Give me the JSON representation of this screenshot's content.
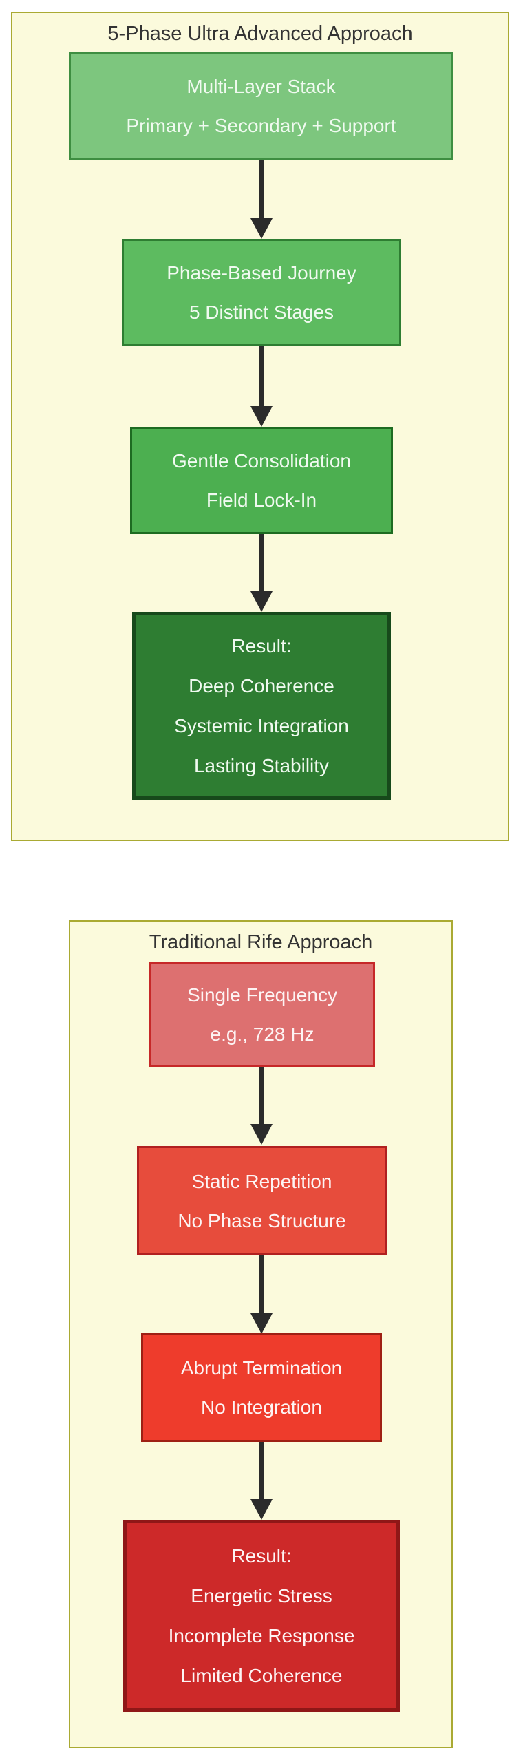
{
  "diagram": {
    "arrow_color": "#2b2b2b",
    "clusters": [
      {
        "title": "5-Phase Ultra Advanced Approach",
        "title_color": "#333333",
        "background": "#fbfadc",
        "border_color": "#aaaa33",
        "nodes": [
          {
            "fill": "#7dc67e",
            "border": "#3e8e41",
            "text_color": "#f0faf0",
            "lines": [
              "Multi-Layer Stack",
              "Primary + Secondary + Support"
            ]
          },
          {
            "fill": "#5dbb60",
            "border": "#2e7d32",
            "text_color": "#f0faf0",
            "lines": [
              "Phase-Based Journey",
              "5 Distinct Stages"
            ]
          },
          {
            "fill": "#4caf50",
            "border": "#1d6b21",
            "text_color": "#f0faf0",
            "lines": [
              "Gentle Consolidation",
              "Field Lock-In"
            ]
          },
          {
            "fill": "#2e7d32",
            "border": "#17491b",
            "text_color": "#f0faf0",
            "lines": [
              "Result:",
              "Deep Coherence",
              "Systemic Integration",
              "Lasting Stability"
            ]
          }
        ]
      },
      {
        "title": "Traditional Rife Approach",
        "title_color": "#333333",
        "background": "#fbfadc",
        "border_color": "#aaaa33",
        "nodes": [
          {
            "fill": "#dd7070",
            "border": "#c62828",
            "text_color": "#fdf4f4",
            "lines": [
              "Single Frequency",
              "e.g., 728 Hz"
            ]
          },
          {
            "fill": "#e74c3c",
            "border": "#b02020",
            "text_color": "#fdf4f4",
            "lines": [
              "Static Repetition",
              "No Phase Structure"
            ]
          },
          {
            "fill": "#ee3c2c",
            "border": "#9e1f14",
            "text_color": "#fdf4f4",
            "lines": [
              "Abrupt Termination",
              "No Integration"
            ]
          },
          {
            "fill": "#cd2929",
            "border": "#8f1717",
            "text_color": "#fdf4f4",
            "lines": [
              "Result:",
              "Energetic Stress",
              "Incomplete Response",
              "Limited Coherence"
            ]
          }
        ]
      }
    ]
  }
}
